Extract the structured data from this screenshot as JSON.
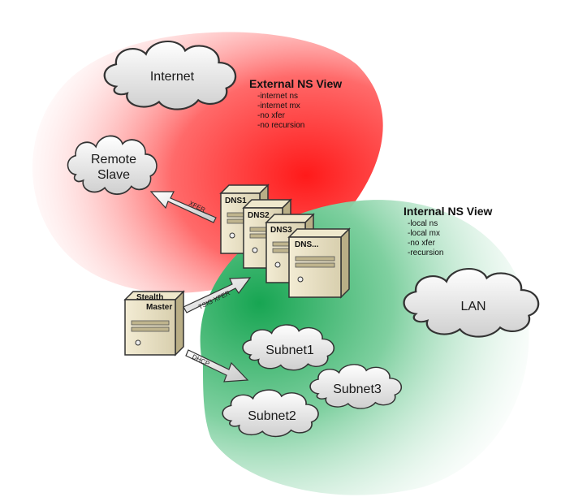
{
  "external_view": {
    "title": "External NS View",
    "items": [
      "-internet ns",
      "-internet mx",
      "-no xfer",
      "-no recursion"
    ]
  },
  "internal_view": {
    "title": "Internal NS View",
    "items": [
      "-local ns",
      "-local mx",
      "-no xfer",
      "-recursion"
    ]
  },
  "clouds": {
    "internet": "Internet",
    "remote_slave_line1": "Remote",
    "remote_slave_line2": "Slave",
    "lan": "LAN",
    "subnet1": "Subnet1",
    "subnet2": "Subnet2",
    "subnet3": "Subnet3"
  },
  "servers": {
    "dns1": "DNS1",
    "dns2": "DNS2",
    "dns3": "DNS3",
    "dns_more": "DNS...",
    "stealth_line1": "Stealth",
    "stealth_line2": "Master"
  },
  "arrows": {
    "xfer": "XFER",
    "tsig_xfer": "TSIG XFER",
    "dhcp": "DHCP"
  },
  "colors": {
    "external_zone": "#ff2020",
    "internal_zone": "#1faa55"
  }
}
